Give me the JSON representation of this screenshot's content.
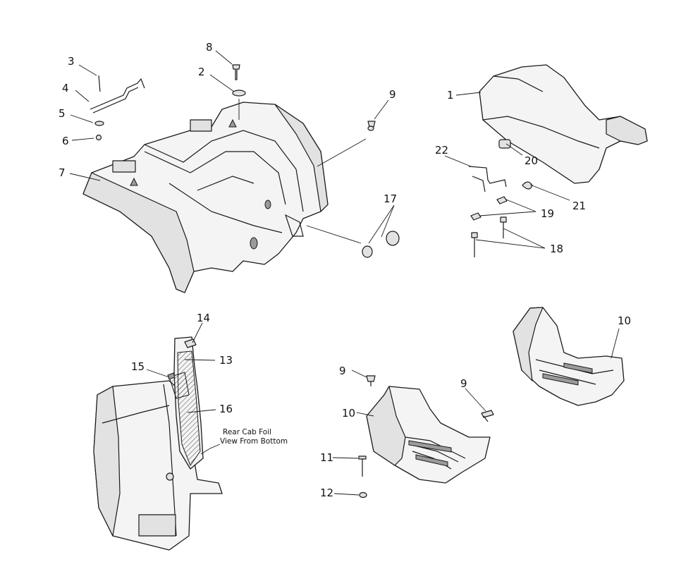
{
  "callouts": {
    "c1": "1",
    "c2": "2",
    "c3": "3",
    "c4": "4",
    "c5": "5",
    "c6": "6",
    "c7": "7",
    "c8": "8",
    "c9a": "9",
    "c9b": "9",
    "c9c": "9",
    "c10a": "10",
    "c10b": "10",
    "c11": "11",
    "c12": "12",
    "c13": "13",
    "c14": "14",
    "c15": "15",
    "c16": "16",
    "c17": "17",
    "c18": "18",
    "c19": "19",
    "c20": "20",
    "c21": "21",
    "c22": "22"
  },
  "note": {
    "line1": "Rear Cab Foil",
    "line2": "View From Bottom"
  }
}
